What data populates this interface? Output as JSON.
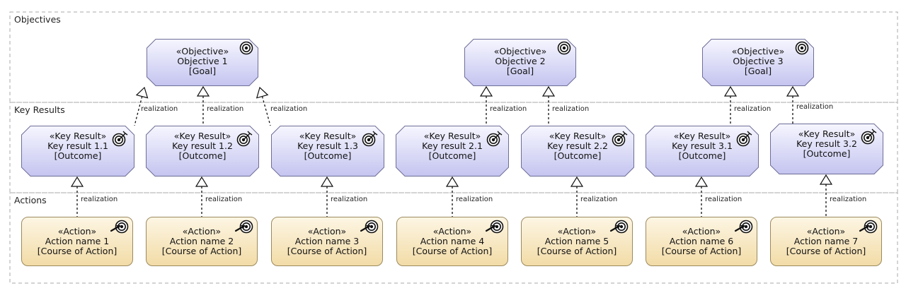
{
  "groups": {
    "objectives": "Objectives",
    "key_results": "Key Results",
    "actions": "Actions"
  },
  "relation_label": "realization",
  "colors": {
    "goal_fill_top": "#f6f6ff",
    "goal_fill_bottom": "#c4c4f0",
    "goal_stroke": "#6e6e98",
    "action_fill_top": "#fdf6e4",
    "action_fill_bottom": "#f2dba6",
    "action_stroke": "#9b8a5e",
    "group_border": "#aaaaaa"
  },
  "icons": {
    "goal": "target-icon",
    "action": "target-with-arrow-icon"
  },
  "objectives": [
    {
      "id": "o1",
      "stereotype": "«Objective»",
      "name": "Objective 1",
      "type": "[Goal]"
    },
    {
      "id": "o2",
      "stereotype": "«Objective»",
      "name": "Objective 2",
      "type": "[Goal]"
    },
    {
      "id": "o3",
      "stereotype": "«Objective»",
      "name": "Objective 3",
      "type": "[Goal]"
    }
  ],
  "key_results": [
    {
      "id": "k11",
      "stereotype": "«Key Result»",
      "name": "Key result 1.1",
      "type": "[Outcome]",
      "target": "o1"
    },
    {
      "id": "k12",
      "stereotype": "«Key Result»",
      "name": "Key result 1.2",
      "type": "[Outcome]",
      "target": "o1"
    },
    {
      "id": "k13",
      "stereotype": "«Key Result»",
      "name": "Key result 1.3",
      "type": "[Outcome]",
      "target": "o1"
    },
    {
      "id": "k21",
      "stereotype": "«Key Result»",
      "name": "Key result 2.1",
      "type": "[Outcome]",
      "target": "o2"
    },
    {
      "id": "k22",
      "stereotype": "«Key Result»",
      "name": "Key result 2.2",
      "type": "[Outcome]",
      "target": "o2"
    },
    {
      "id": "k31",
      "stereotype": "«Key Result»",
      "name": "Key result 3.1",
      "type": "[Outcome]",
      "target": "o3"
    },
    {
      "id": "k32",
      "stereotype": "«Key Result»",
      "name": "Key result 3.2",
      "type": "[Outcome]",
      "target": "o3"
    }
  ],
  "actions": [
    {
      "id": "a1",
      "stereotype": "«Action»",
      "name": "Action name 1",
      "type": "[Course of Action]",
      "target": "k11"
    },
    {
      "id": "a2",
      "stereotype": "«Action»",
      "name": "Action name 2",
      "type": "[Course of Action]",
      "target": "k12"
    },
    {
      "id": "a3",
      "stereotype": "«Action»",
      "name": "Action name 3",
      "type": "[Course of Action]",
      "target": "k13"
    },
    {
      "id": "a4",
      "stereotype": "«Action»",
      "name": "Action name 4",
      "type": "[Course of Action]",
      "target": "k21"
    },
    {
      "id": "a5",
      "stereotype": "«Action»",
      "name": "Action name 5",
      "type": "[Course of Action]",
      "target": "k22"
    },
    {
      "id": "a6",
      "stereotype": "«Action»",
      "name": "Action name 6",
      "type": "[Course of Action]",
      "target": "k31"
    },
    {
      "id": "a7",
      "stereotype": "«Action»",
      "name": "Action name 7",
      "type": "[Course of Action]",
      "target": "k32"
    }
  ]
}
